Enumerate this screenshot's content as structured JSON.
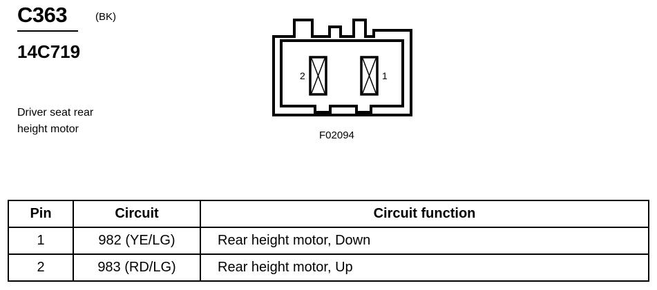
{
  "connector": {
    "id": "C363",
    "color_code": "(BK)",
    "part_number": "14C719",
    "description_lines": [
      "Driver seat rear",
      "height motor"
    ]
  },
  "diagram": {
    "pin_labels": [
      "2",
      "1"
    ],
    "figure_ref": "F02094"
  },
  "table": {
    "headers": [
      "Pin",
      "Circuit",
      "Circuit function"
    ],
    "rows": [
      {
        "pin": "1",
        "circuit": "982 (YE/LG)",
        "function": "Rear height motor, Down"
      },
      {
        "pin": "2",
        "circuit": "983 (RD/LG)",
        "function": "Rear height motor, Up"
      }
    ]
  }
}
